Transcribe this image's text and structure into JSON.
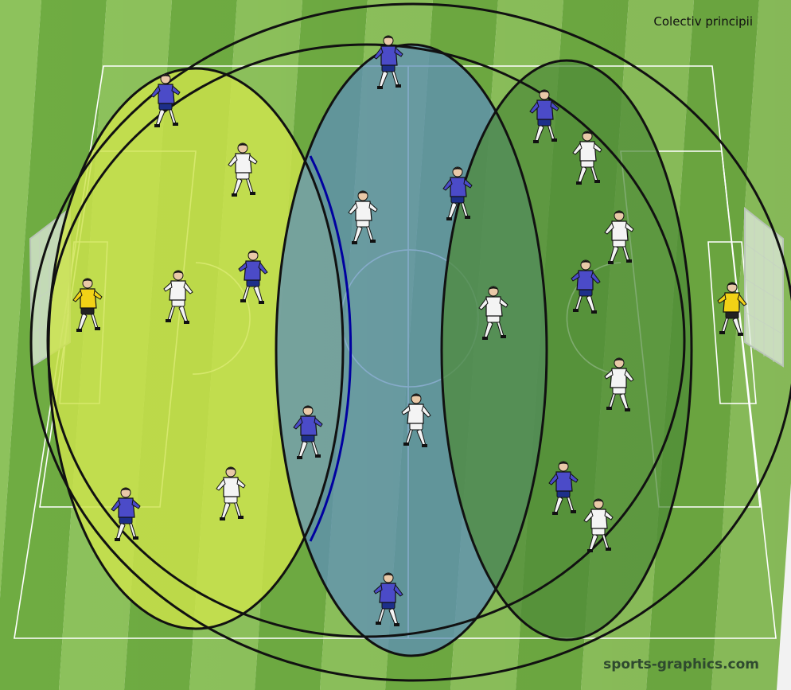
{
  "header": {
    "caption": "Colectiv principii"
  },
  "footer": {
    "watermark": "sports-graphics.com"
  },
  "colors": {
    "pitch_light": "#8dc25c",
    "pitch_dark": "#6fac42",
    "zone_left": "#cde34c",
    "zone_center": "#5d8fb8",
    "zone_right": "#4e8a38",
    "team_blue": "#4b4bc8",
    "team_white": "#f4f4f4",
    "goalkeeper": "#f2d216"
  },
  "zones": [
    {
      "name": "zone-left",
      "color": "zone_left"
    },
    {
      "name": "zone-center",
      "color": "zone_center"
    },
    {
      "name": "zone-right",
      "color": "zone_right"
    }
  ],
  "players": {
    "blue_count": 11,
    "white_count": 11,
    "goalkeepers": 2
  }
}
